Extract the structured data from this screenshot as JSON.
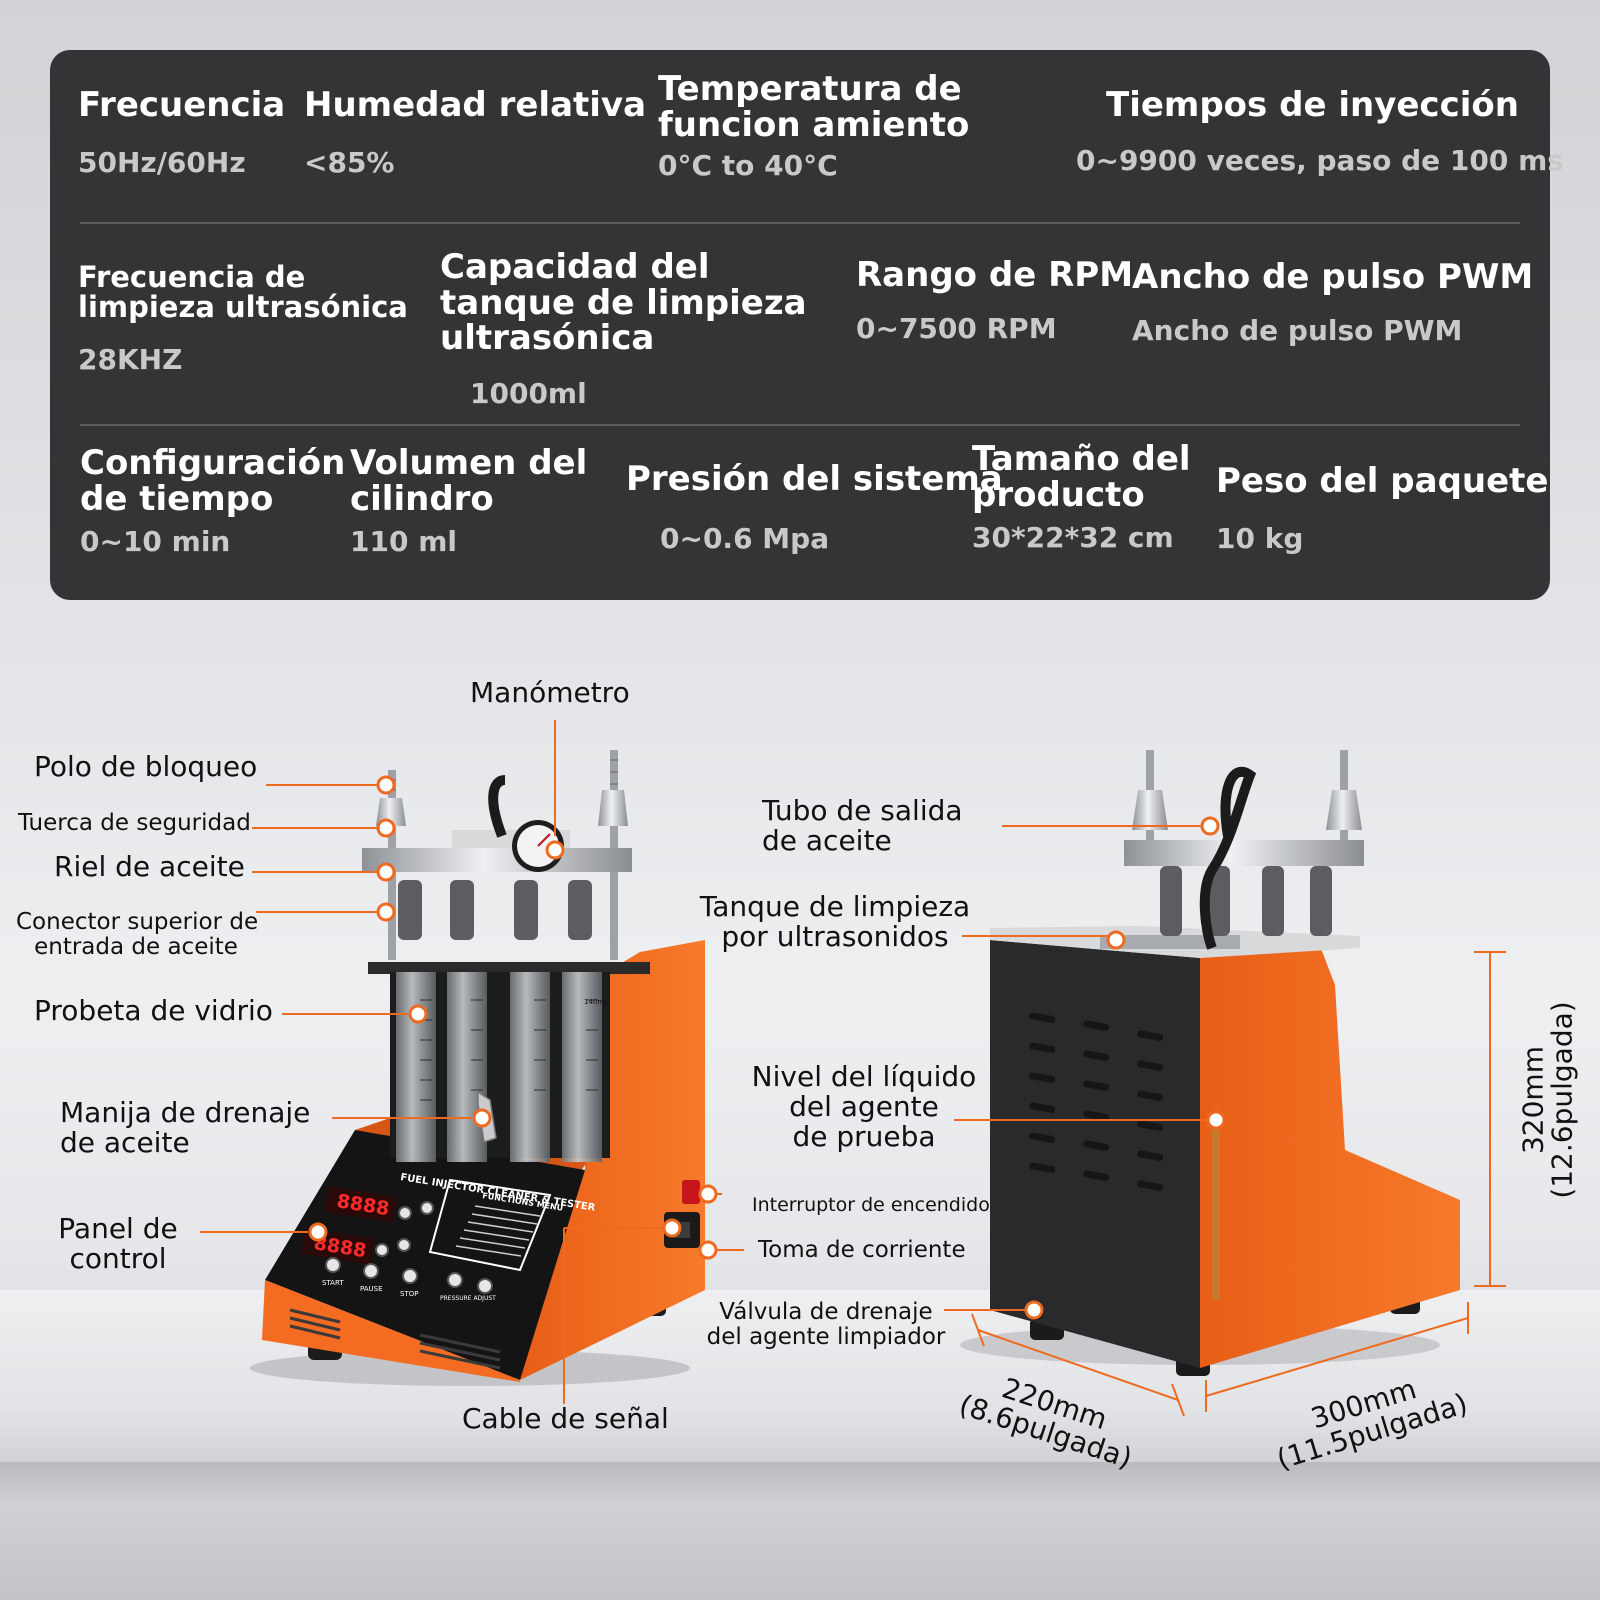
{
  "specs": {
    "row1": [
      {
        "label": "Frecuencia",
        "value": "50Hz/60Hz"
      },
      {
        "label": "Humedad relativa",
        "value": "<85%"
      },
      {
        "label": "Temperatura de funcion amiento",
        "value": "0°C to 40°C"
      },
      {
        "label": "Tiempos de inyección",
        "value": "0~9900 veces, paso de 100 ms"
      }
    ],
    "row2": [
      {
        "label": "Frecuencia de limpieza ultrasónica",
        "value": "28KHZ"
      },
      {
        "label": "Capacidad del tanque de limpieza ultrasónica",
        "value": "1000ml"
      },
      {
        "label": "Rango de RPM",
        "value": "0~7500 RPM"
      },
      {
        "label": "Ancho de pulso PWM",
        "value": "Ancho de pulso PWM"
      }
    ],
    "row3": [
      {
        "label": "Configuración de tiempo",
        "value": "0~10 min"
      },
      {
        "label": "Volumen del cilindro",
        "value": "110 ml"
      },
      {
        "label": "Presión del sistema",
        "value": "0~0.6 Mpa"
      },
      {
        "label": "Tamaño del producto",
        "value": "30*22*32 cm"
      },
      {
        "label": "Peso del paquete",
        "value": "10 kg"
      }
    ]
  },
  "callouts": {
    "manometro": "Manómetro",
    "polo": "Polo de bloqueo",
    "tuerca": "Tuerca de seguridad",
    "riel": "Riel de aceite",
    "conector_l1": "Conector superior de",
    "conector_l2": "entrada de aceite",
    "probeta": "Probeta de vidrio",
    "manija_l1": "Manija de drenaje",
    "manija_l2": "de aceite",
    "panel_l1": "Panel de",
    "panel_l2": "control",
    "cable": "Cable de señal",
    "tubo_l1": "Tubo de salida",
    "tubo_l2": "de aceite",
    "tanque_l1": "Tanque de limpieza",
    "tanque_l2": "por ultrasonidos",
    "nivel_l1": "Nivel del líquido",
    "nivel_l2": "del agente",
    "nivel_l3": "de prueba",
    "interruptor": "Interruptor de encendido",
    "toma": "Toma de corriente",
    "valvula_l1": "Válvula de drenaje",
    "valvula_l2": "del agente limpiador"
  },
  "device_text": {
    "front_title": "FUEL INJECTOR CLEANER & TESTER",
    "menu_title": "FUNCTIONS MENU",
    "display_1": "8888",
    "display_2": "8888",
    "btn_start": "START",
    "btn_pause": "PAUSE",
    "btn_stop": "STOP",
    "pressure_adjust": "PRESSURE ADJUST",
    "tube_mark": "140ml"
  },
  "dimensions": {
    "height_l1": "320mm",
    "height_l2": "(12.6pulgada)",
    "depth_l1": "220mm",
    "depth_l2": "(8.6pulgada)",
    "width_l1": "300mm",
    "width_l2": "(11.5pulgada)"
  },
  "colors": {
    "panel_bg": "#333435",
    "accent_orange": "#f36c21",
    "leader_orange": "#ee6a1f"
  }
}
